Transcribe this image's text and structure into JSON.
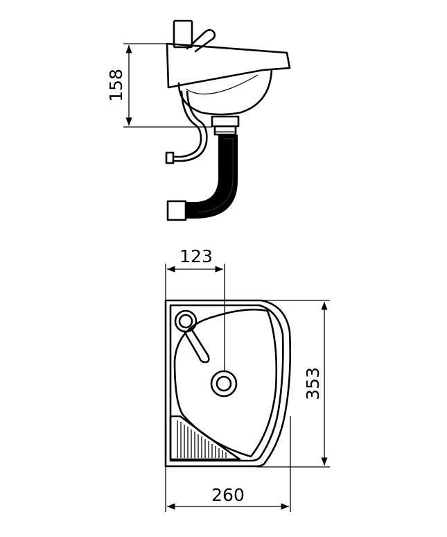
{
  "dimensions": {
    "side_height": "158",
    "tap_offset": "123",
    "depth": "353",
    "width": "260"
  }
}
